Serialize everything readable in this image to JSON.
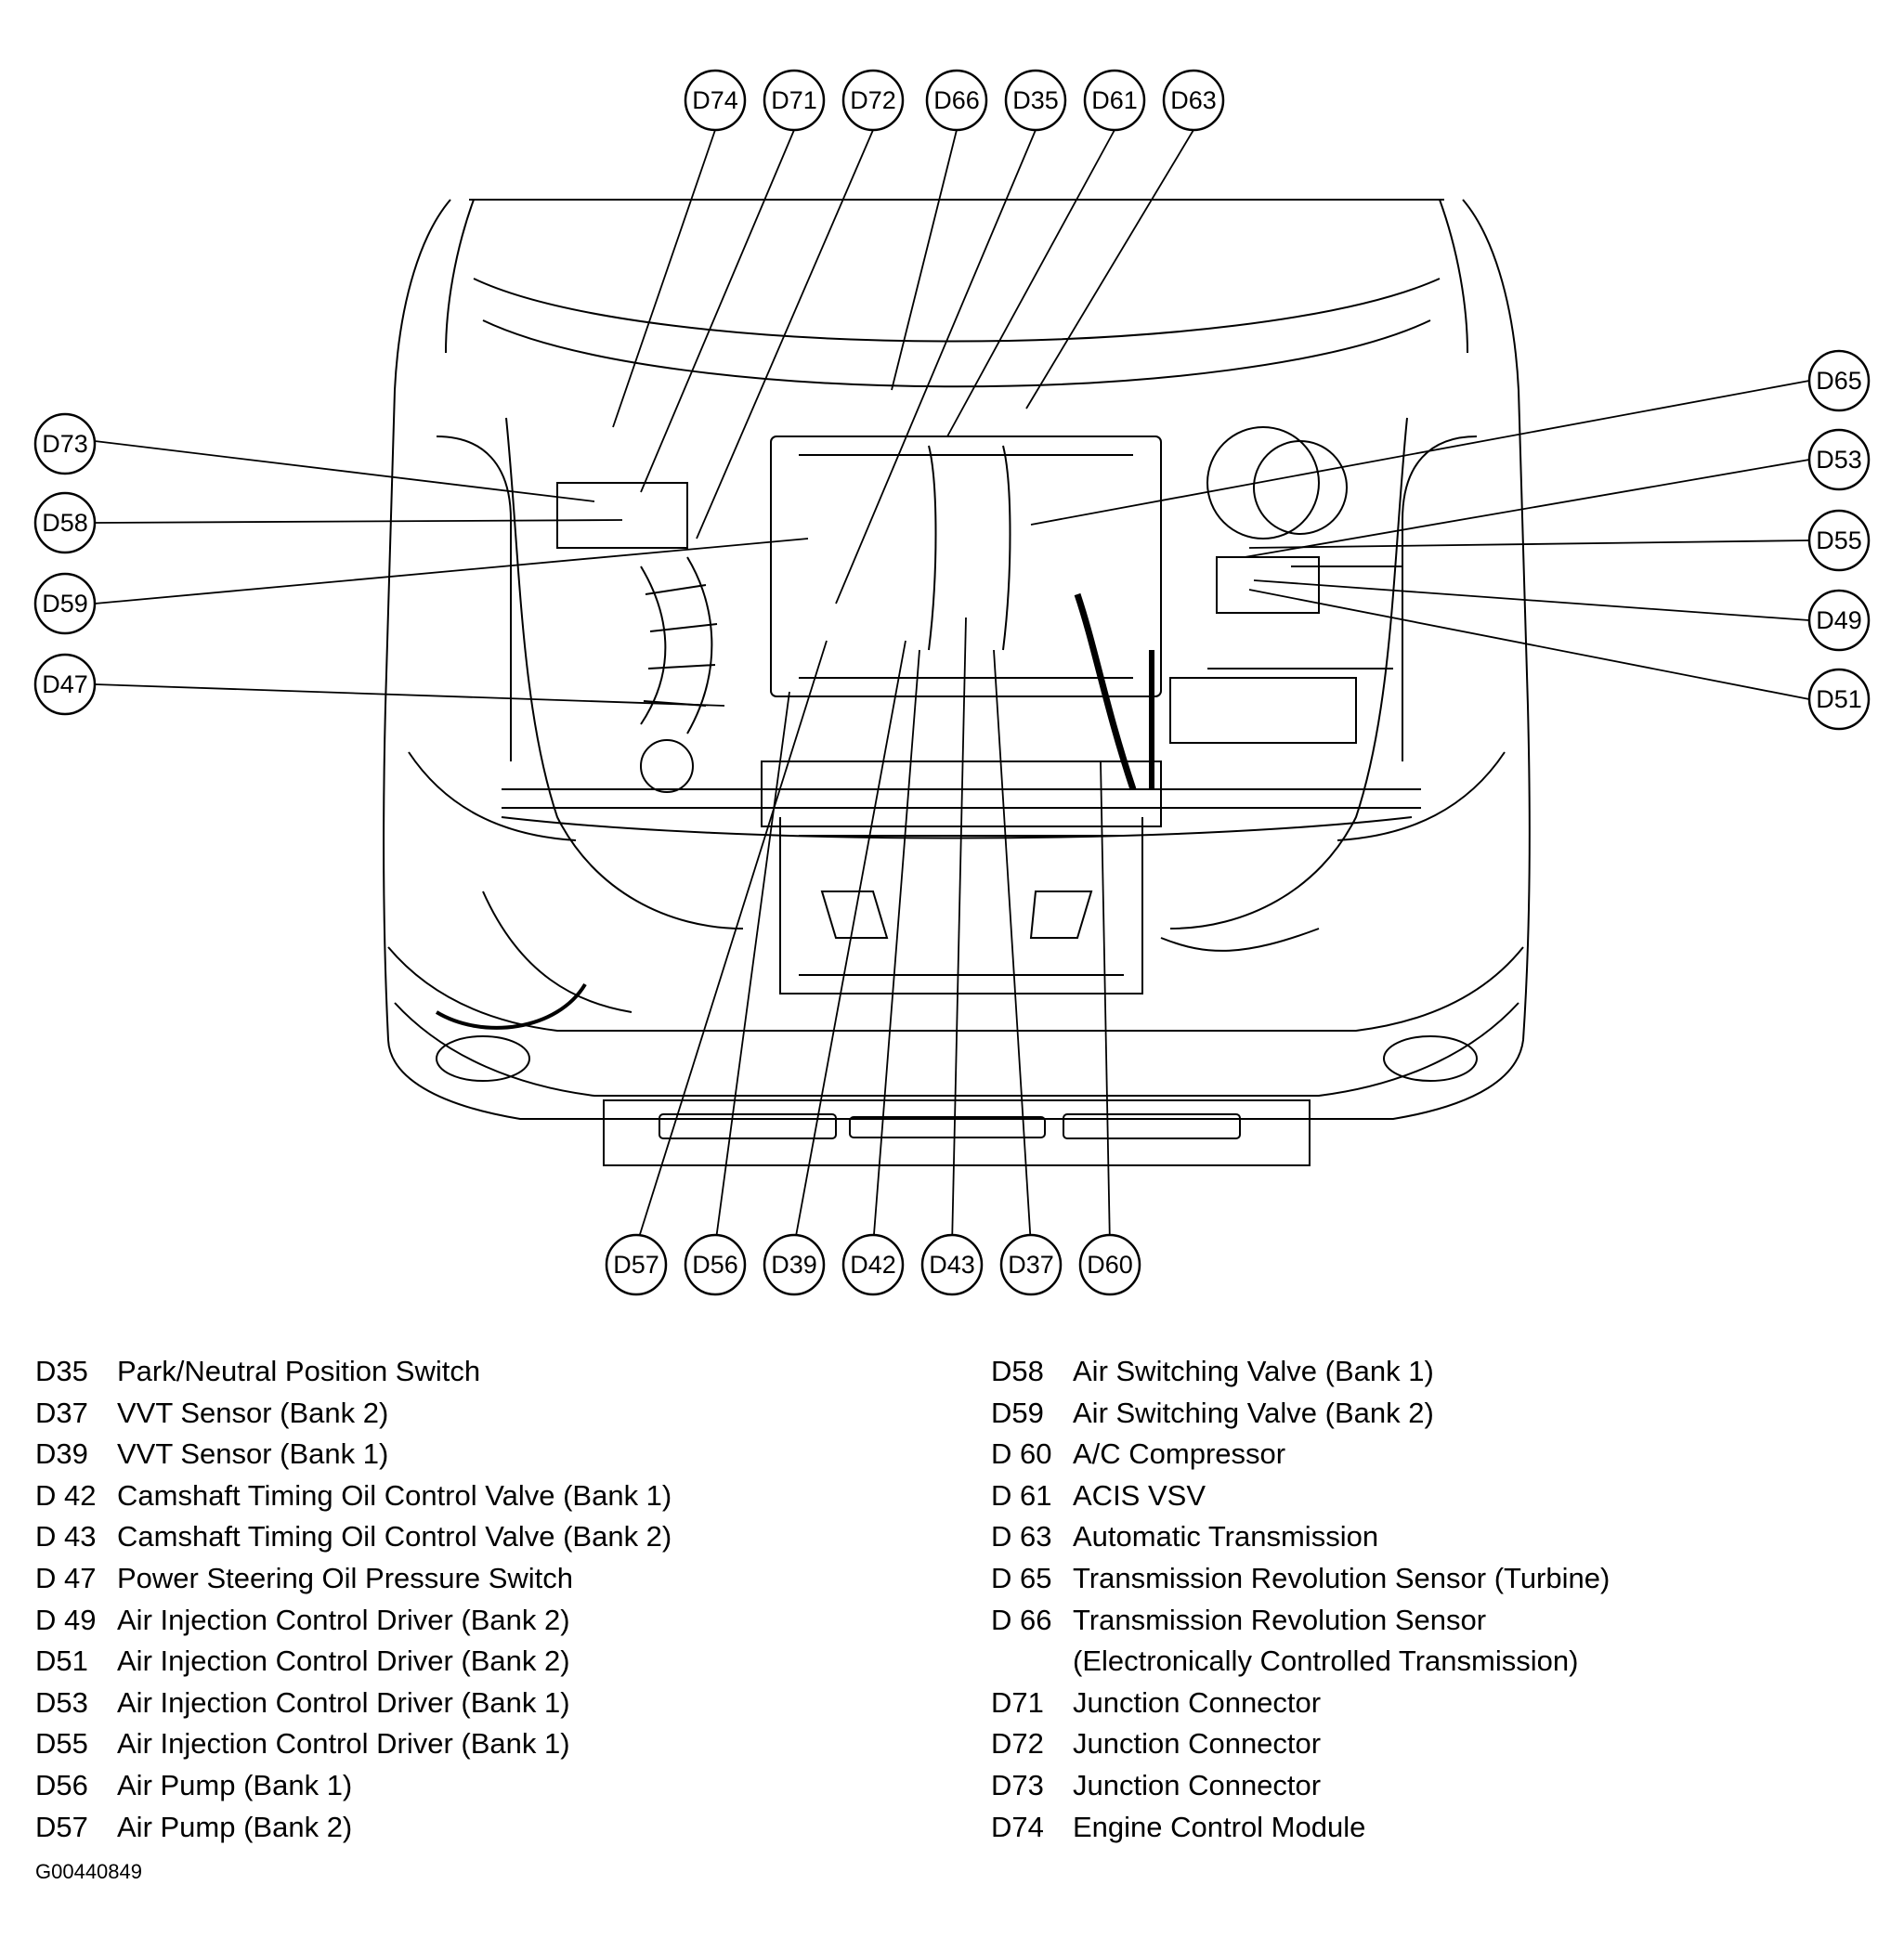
{
  "callouts": {
    "top": [
      "D74",
      "D71",
      "D72",
      "D66",
      "D35",
      "D61",
      "D63"
    ],
    "left": [
      "D73",
      "D58",
      "D59",
      "D47"
    ],
    "right": [
      "D65",
      "D53",
      "D55",
      "D49",
      "D51"
    ],
    "bottom": [
      "D57",
      "D56",
      "D39",
      "D42",
      "D43",
      "D37",
      "D60"
    ]
  },
  "legend": {
    "left": [
      {
        "code": "D35",
        "desc": "Park/Neutral Position Switch"
      },
      {
        "code": "D37",
        "desc": "VVT Sensor (Bank 2)"
      },
      {
        "code": "D39",
        "desc": "VVT Sensor (Bank 1)"
      },
      {
        "code": "D 42",
        "desc": "Camshaft Timing Oil Control Valve (Bank 1)"
      },
      {
        "code": "D 43",
        "desc": "Camshaft Timing Oil Control Valve (Bank 2)"
      },
      {
        "code": "D 47",
        "desc": "Power Steering Oil Pressure Switch"
      },
      {
        "code": "D 49",
        "desc": "Air Injection Control Driver (Bank 2)"
      },
      {
        "code": "D51",
        "desc": "Air Injection Control Driver (Bank 2)"
      },
      {
        "code": "D53",
        "desc": "Air Injection Control Driver (Bank 1)"
      },
      {
        "code": "D55",
        "desc": "Air Injection Control Driver (Bank 1)"
      },
      {
        "code": "D56",
        "desc": "Air Pump (Bank 1)"
      },
      {
        "code": "D57",
        "desc": "Air Pump (Bank 2)"
      }
    ],
    "right": [
      {
        "code": "D58",
        "desc": "Air Switching Valve (Bank 1)"
      },
      {
        "code": "D59",
        "desc": "Air Switching Valve (Bank 2)"
      },
      {
        "code": "D 60",
        "desc": "A/C Compressor"
      },
      {
        "code": "D 61",
        "desc": "ACIS VSV"
      },
      {
        "code": "D 63",
        "desc": "Automatic Transmission"
      },
      {
        "code": "D 65",
        "desc": "Transmission Revolution Sensor (Turbine)"
      },
      {
        "code": "D 66",
        "desc": "Transmission Revolution Sensor"
      },
      {
        "code": "D71",
        "desc": "Junction Connector"
      },
      {
        "code": "D72",
        "desc": "Junction Connector"
      },
      {
        "code": "D73",
        "desc": "Junction Connector"
      },
      {
        "code": "D74",
        "desc": "Engine Control Module"
      }
    ],
    "d66_continuation": "(Electronically Controlled Transmission)"
  },
  "figure_id": "G00440849"
}
